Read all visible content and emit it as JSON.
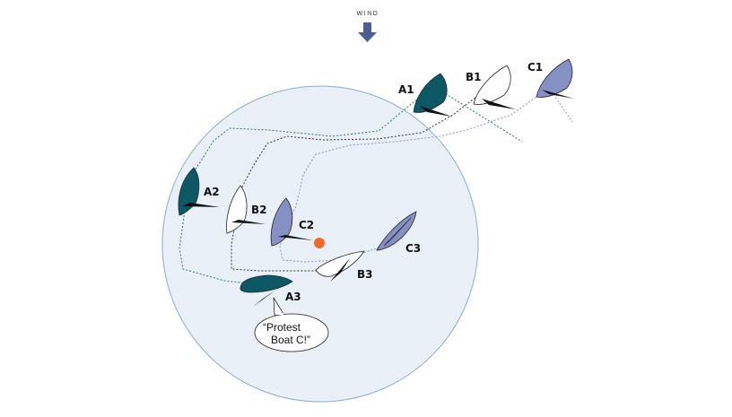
{
  "wind": {
    "label": "WIND"
  },
  "boats": {
    "A1": "A1",
    "B1": "B1",
    "C1": "C1",
    "A2": "A2",
    "B2": "B2",
    "C2": "C2",
    "A3": "A3",
    "B3": "B3",
    "C3": "C3"
  },
  "speech_bubble": {
    "line1": "“Protest",
    "line2": "Boat C!”"
  },
  "colors": {
    "boat_a": "#0e5866",
    "boat_b": "#ffffff",
    "boat_c": "#8790c4",
    "zone_fill": "#e9f0f8",
    "zone_stroke": "#8aaccc",
    "mark": "#f06a2c",
    "wind_arrow": "#4a5d94",
    "track_a": "#2c7a5a",
    "track_b": "#333333",
    "track_c": "#8a92c4"
  }
}
